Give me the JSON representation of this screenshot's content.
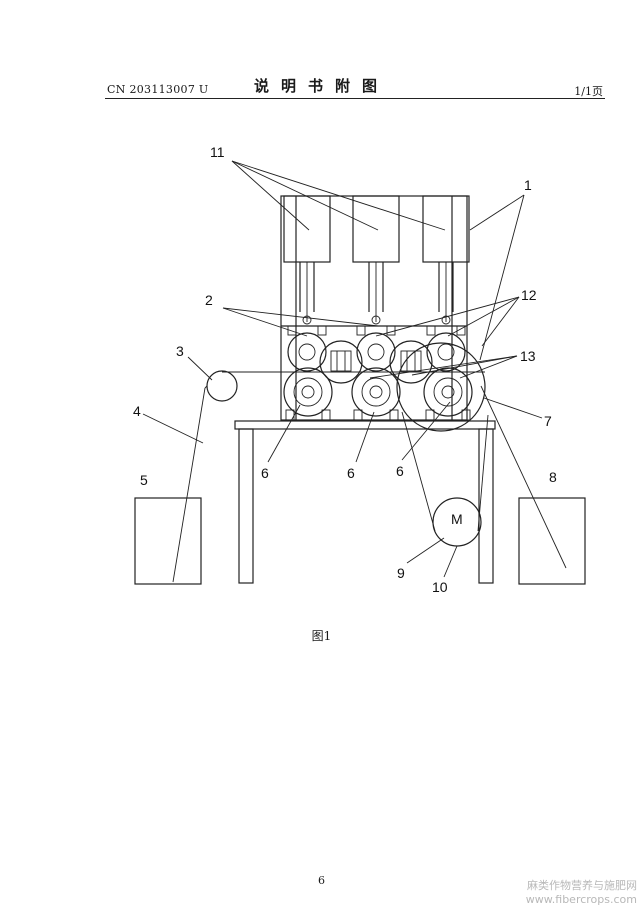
{
  "header": {
    "doc_number": "CN 203113007 U",
    "title": "说明书附图",
    "page_marker": "1/1页"
  },
  "figure": {
    "caption": "图1",
    "motor_symbol": "M",
    "labels": [
      "11",
      "1",
      "2",
      "12",
      "3",
      "13",
      "4",
      "7",
      "6",
      "6",
      "6",
      "5",
      "8",
      "9",
      "10"
    ]
  },
  "footer": {
    "page_number": "6",
    "watermark_line1": "麻类作物营养与施肥网",
    "watermark_line2": "www.fibercrops.com"
  }
}
